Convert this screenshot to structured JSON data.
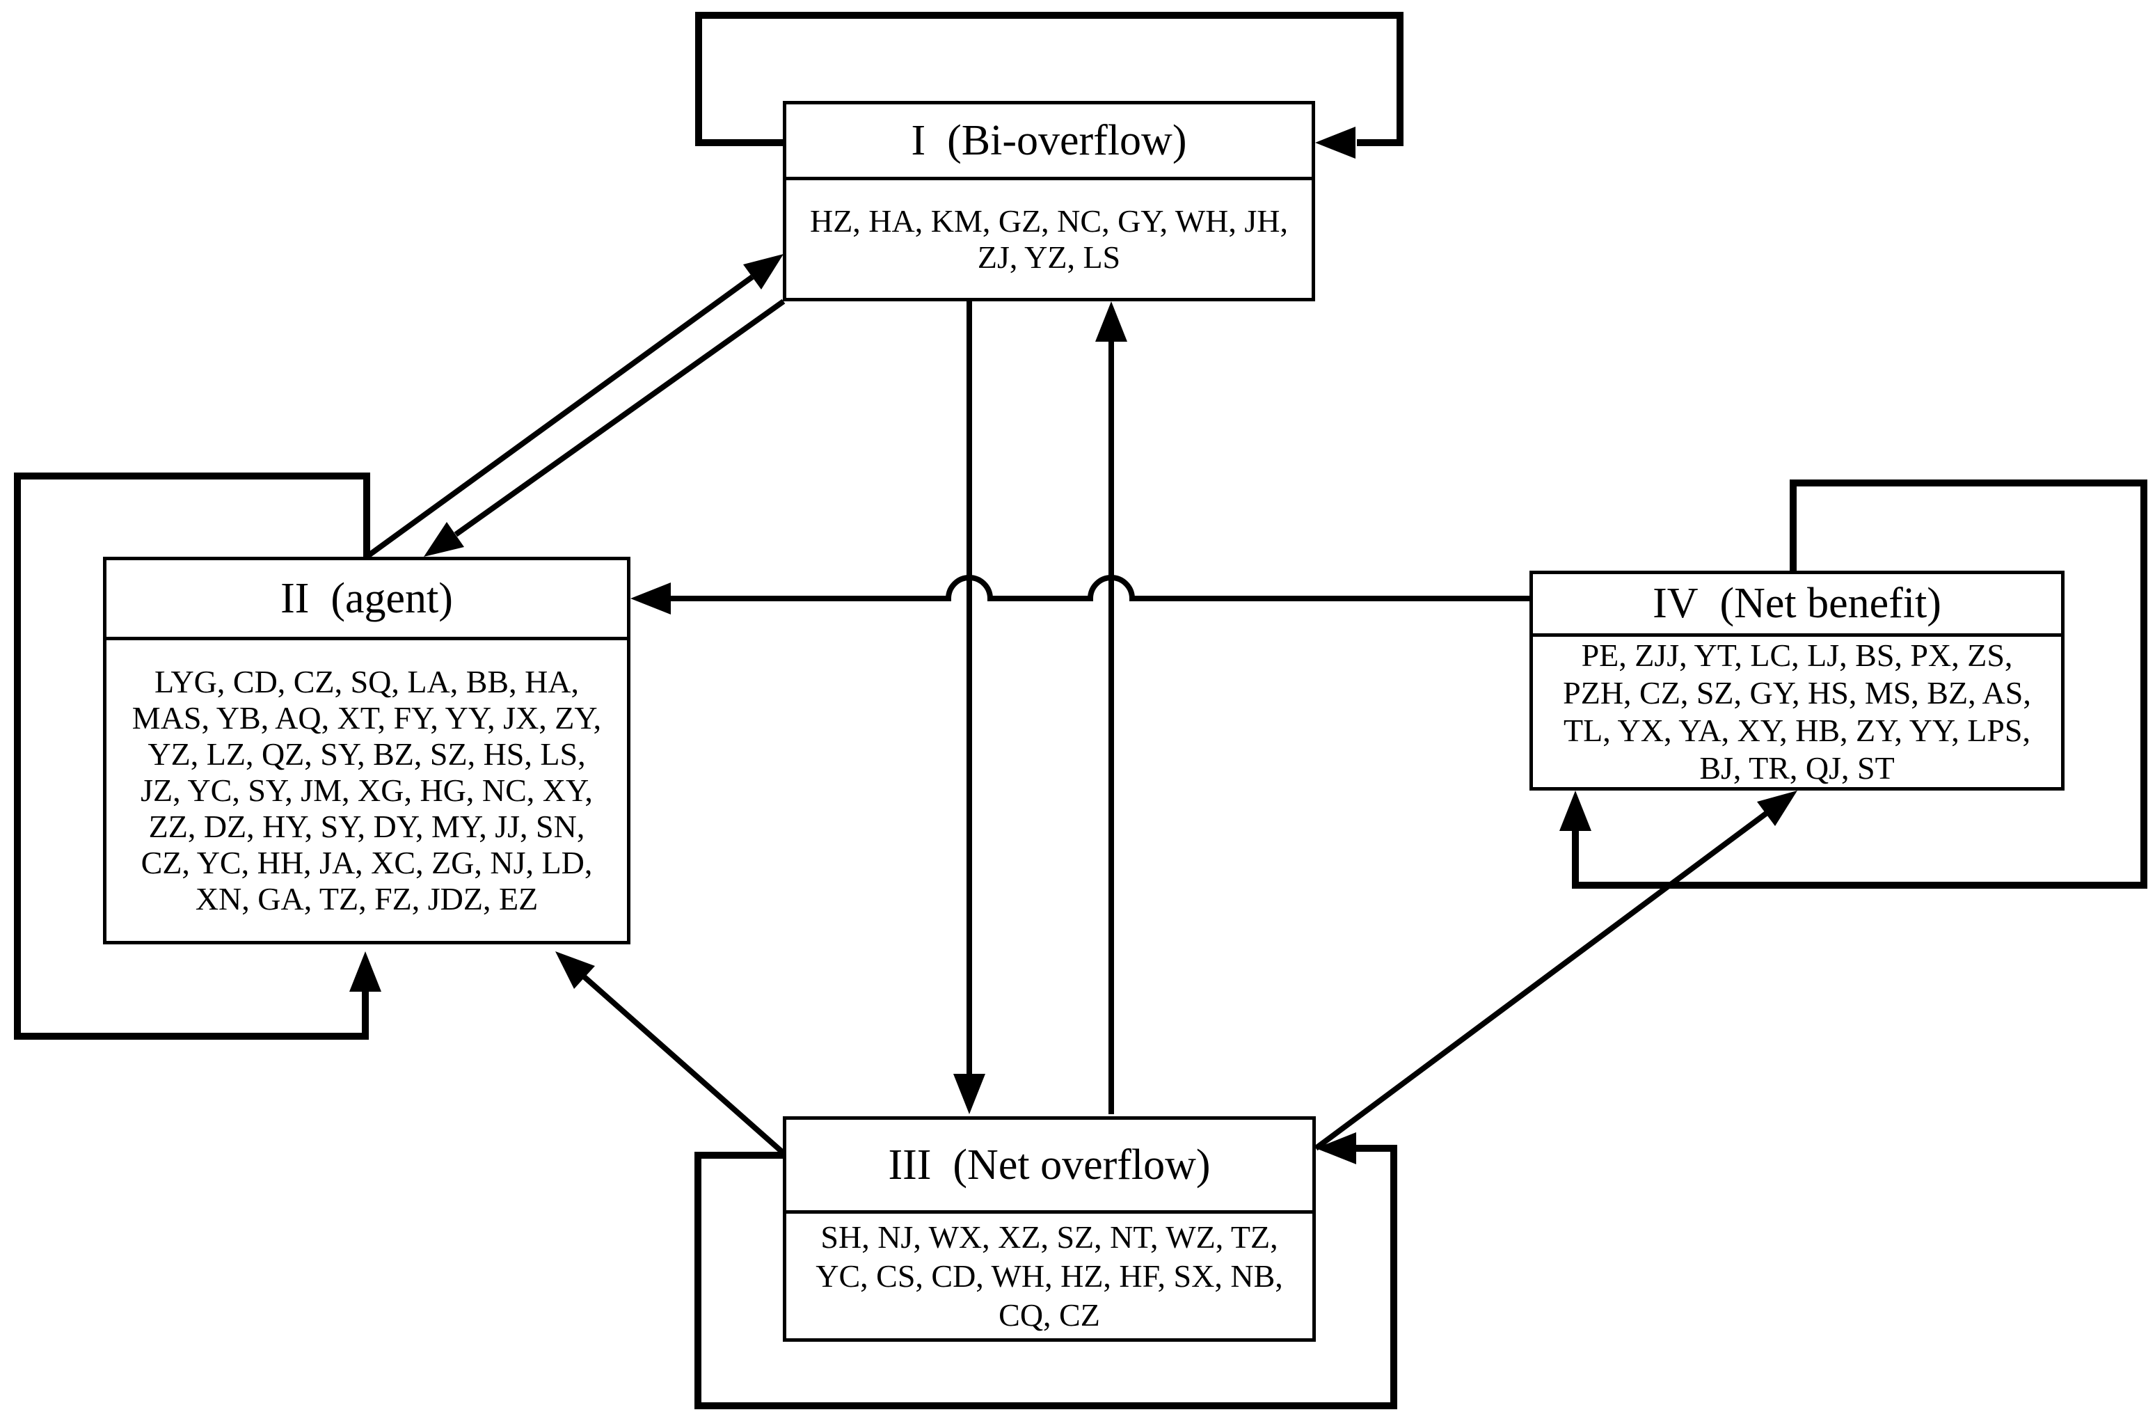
{
  "diagram": {
    "background_color": "#ffffff",
    "stroke_color": "#000000",
    "separator": ", ",
    "boxes": [
      {
        "id": "I",
        "numeral": "I",
        "label": "Bi-overflow",
        "title": "I  (Bi-overflow)",
        "items": [
          "HZ",
          "HA",
          "KM",
          "GZ",
          "NC",
          "GY",
          "WH",
          "JH",
          "ZJ",
          "YZ",
          "LS"
        ]
      },
      {
        "id": "II",
        "numeral": "II",
        "label": "agent",
        "title": "II  (agent)",
        "items": [
          "LYG",
          "CD",
          "CZ",
          "SQ",
          "LA",
          "BB",
          "HA",
          "MAS",
          "YB",
          "AQ",
          "XT",
          "FY",
          "YY",
          "JX",
          "ZY",
          "YZ",
          "LZ",
          "QZ",
          "SY",
          "BZ",
          "SZ",
          "HS",
          "LS",
          "JZ",
          "YC",
          "SY",
          "JM",
          "XG",
          "HG",
          "NC",
          "XY",
          "ZZ",
          "DZ",
          "HY",
          "SY",
          "DY",
          "MY",
          "JJ",
          "SN",
          "CZ",
          "YC",
          "HH",
          "JA",
          "XC",
          "ZG",
          "NJ",
          "LD",
          "XN",
          "GA",
          "TZ",
          "FZ",
          "JDZ",
          "EZ"
        ]
      },
      {
        "id": "III",
        "numeral": "III",
        "label": "Net overflow",
        "title": "III  (Net overflow)",
        "items": [
          "SH",
          "NJ",
          "WX",
          "XZ",
          "SZ",
          "NT",
          "WZ",
          "TZ",
          "YC",
          "CS",
          "CD",
          "WH",
          "HZ",
          "HF",
          "SX",
          "NB",
          "CQ",
          "CZ"
        ]
      },
      {
        "id": "IV",
        "numeral": "IV",
        "label": "Net benefit",
        "title": "IV  (Net benefit)",
        "items": [
          "PE",
          "ZJJ",
          "YT",
          "LC",
          "LJ",
          "BS",
          "PX",
          "ZS",
          "PZH",
          "CZ",
          "SZ",
          "GY",
          "HS",
          "MS",
          "BZ",
          "AS",
          "TL",
          "YX",
          "YA",
          "XY",
          "HB",
          "ZY",
          "YY",
          "LPS",
          "BJ",
          "TR",
          "QJ",
          "ST"
        ]
      }
    ],
    "edges": [
      {
        "from": "I",
        "to": "I",
        "type": "self-loop"
      },
      {
        "from": "II",
        "to": "II",
        "type": "self-loop"
      },
      {
        "from": "III",
        "to": "III",
        "type": "self-loop"
      },
      {
        "from": "IV",
        "to": "IV",
        "type": "self-loop"
      },
      {
        "from": "II",
        "to": "I",
        "type": "arrow"
      },
      {
        "from": "I",
        "to": "II",
        "type": "arrow"
      },
      {
        "from": "I",
        "to": "III",
        "type": "arrow"
      },
      {
        "from": "III",
        "to": "I",
        "type": "arrow"
      },
      {
        "from": "IV",
        "to": "II",
        "type": "arrow"
      },
      {
        "from": "III",
        "to": "II",
        "type": "arrow"
      },
      {
        "from": "III",
        "to": "IV",
        "type": "arrow"
      }
    ]
  }
}
